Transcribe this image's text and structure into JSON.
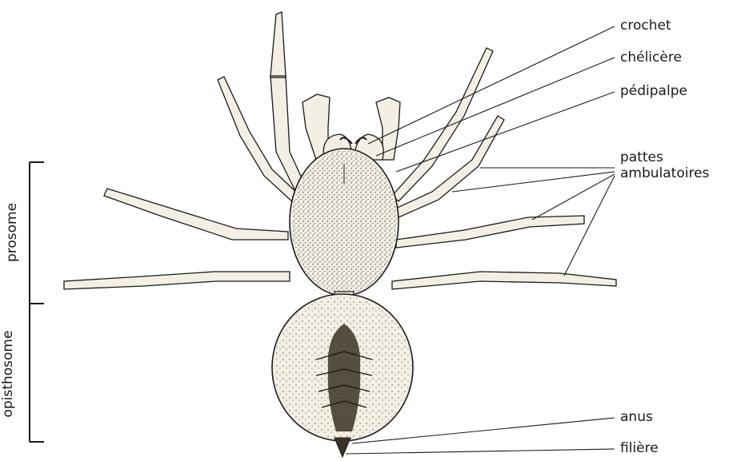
{
  "diagram": {
    "labels": {
      "crochet": "crochet",
      "chelicere": "chélicère",
      "pedipalpe": "pédipalpe",
      "pattes_line1": "pattes",
      "pattes_line2": "ambulatoires",
      "anus": "anus",
      "filiere": "filière",
      "prosome": "prosome",
      "opisthosome": "opisthosome"
    },
    "colors": {
      "ink": "#1a1a1a",
      "body_fill": "#f4efe4",
      "shade": "#3a3226"
    }
  }
}
